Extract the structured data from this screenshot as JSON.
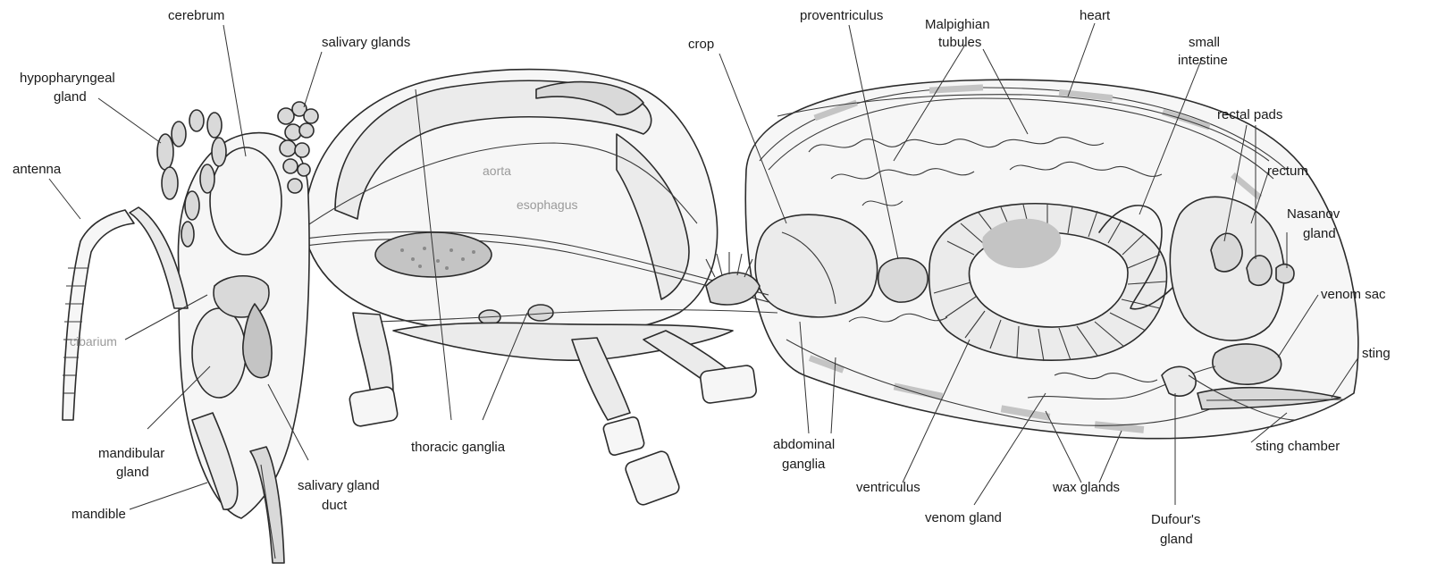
{
  "labels": {
    "cerebrum": "cerebrum",
    "salivary_glands": "salivary glands",
    "hypopharyngeal_gland_1": "hypopharyngeal",
    "hypopharyngeal_gland_2": "gland",
    "antenna": "antenna",
    "cibarium": "cibarium",
    "mandibular_gland_1": "mandibular",
    "mandibular_gland_2": "gland",
    "mandible": "mandible",
    "salivary_gland_duct_1": "salivary gland",
    "salivary_gland_duct_2": "duct",
    "aorta": "aorta",
    "esophagus": "esophagus",
    "thoracic_ganglia": "thoracic ganglia",
    "crop": "crop",
    "proventriculus": "proventriculus",
    "malpighian_tubules_1": "Malpighian",
    "malpighian_tubules_2": "tubules",
    "heart": "heart",
    "small_intestine_1": "small",
    "small_intestine_2": "intestine",
    "rectal_pads": "rectal pads",
    "rectum": "rectum",
    "nasanov_gland_1": "Nasanov",
    "nasanov_gland_2": "gland",
    "venom_sac": "venom sac",
    "sting": "sting",
    "sting_chamber": "sting chamber",
    "abdominal_ganglia_1": "abdominal",
    "abdominal_ganglia_2": "ganglia",
    "ventriculus": "ventriculus",
    "venom_gland": "venom gland",
    "wax_glands": "wax glands",
    "dufours_gland_1": "Dufour's",
    "dufours_gland_2": "gland"
  }
}
